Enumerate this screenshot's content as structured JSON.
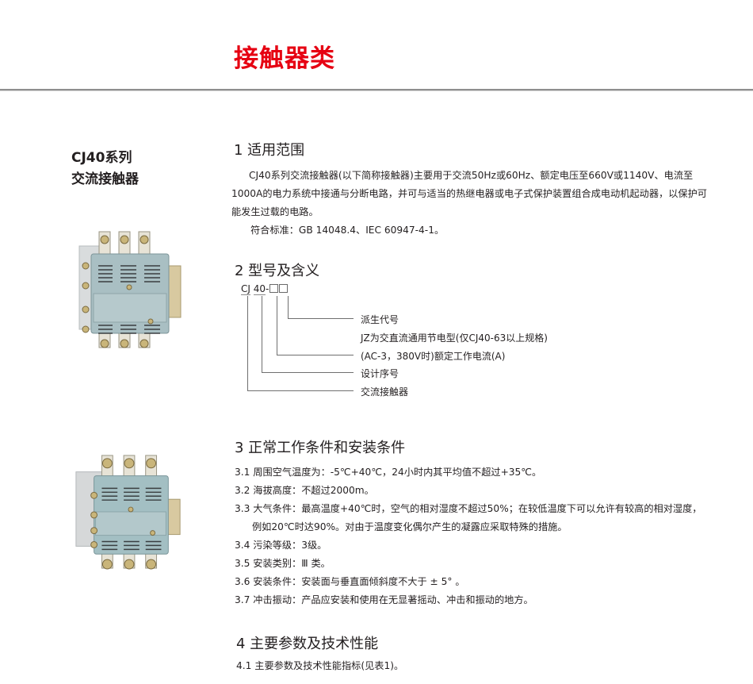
{
  "header": {
    "title": "接触器类",
    "accent_color": "#e60012"
  },
  "sidebar": {
    "series": "CJ40系列",
    "name": "交流接触器",
    "images": [
      {
        "alt": "CJ40 contactor front view"
      },
      {
        "alt": "CJ40 contactor angled view"
      }
    ]
  },
  "sections": {
    "s1": {
      "title": "1 适用范围",
      "paragraph": "CJ40系列交流接触器(以下简称接触器)主要用于交流50Hz或60Hz、额定电压至660V或1140V、电流至1000A的电力系统中接通与分断电路，并可与适当的热继电器或电子式保护装置组合成电动机起动器，以保护可能发生过载的电路。",
      "standard": "符合标准：GB 14048.4、IEC 60947-4-1。"
    },
    "s2": {
      "title": "2 型号及含义",
      "model": {
        "prefix": "CJ",
        "number": "40",
        "dash": "-"
      },
      "labels": [
        "派生代号",
        "JZ为交直流通用节电型(仅CJ40-63以上规格)",
        "(AC-3，380V时)额定工作电流(A)",
        "设计序号",
        "交流接触器"
      ]
    },
    "s3": {
      "title": "3 正常工作条件和安装条件",
      "items": [
        "3.1 周围空气温度为：-5℃+40℃，24小时内其平均值不超过+35℃。",
        "3.2 海拔高度：不超过2000m。",
        "3.3 大气条件：最高温度+40℃时，空气的相对湿度不超过50%；在较低温度下可以允许有较高的相对湿度，例如20℃时达90%。对由于温度变化偶尔产生的凝露应采取特殊的措施。",
        "3.4 污染等级：3级。",
        "3.5 安装类别：Ⅲ 类。",
        "3.6 安装条件：安装面与垂直面倾斜度不大于 ± 5° 。",
        "3.7 冲击振动：产品应安装和使用在无显著摇动、冲击和振动的地方。"
      ]
    },
    "s4": {
      "title": "4 主要参数及技术性能",
      "paragraph": "4.1 主要参数及技术性能指标(见表1)。"
    }
  }
}
